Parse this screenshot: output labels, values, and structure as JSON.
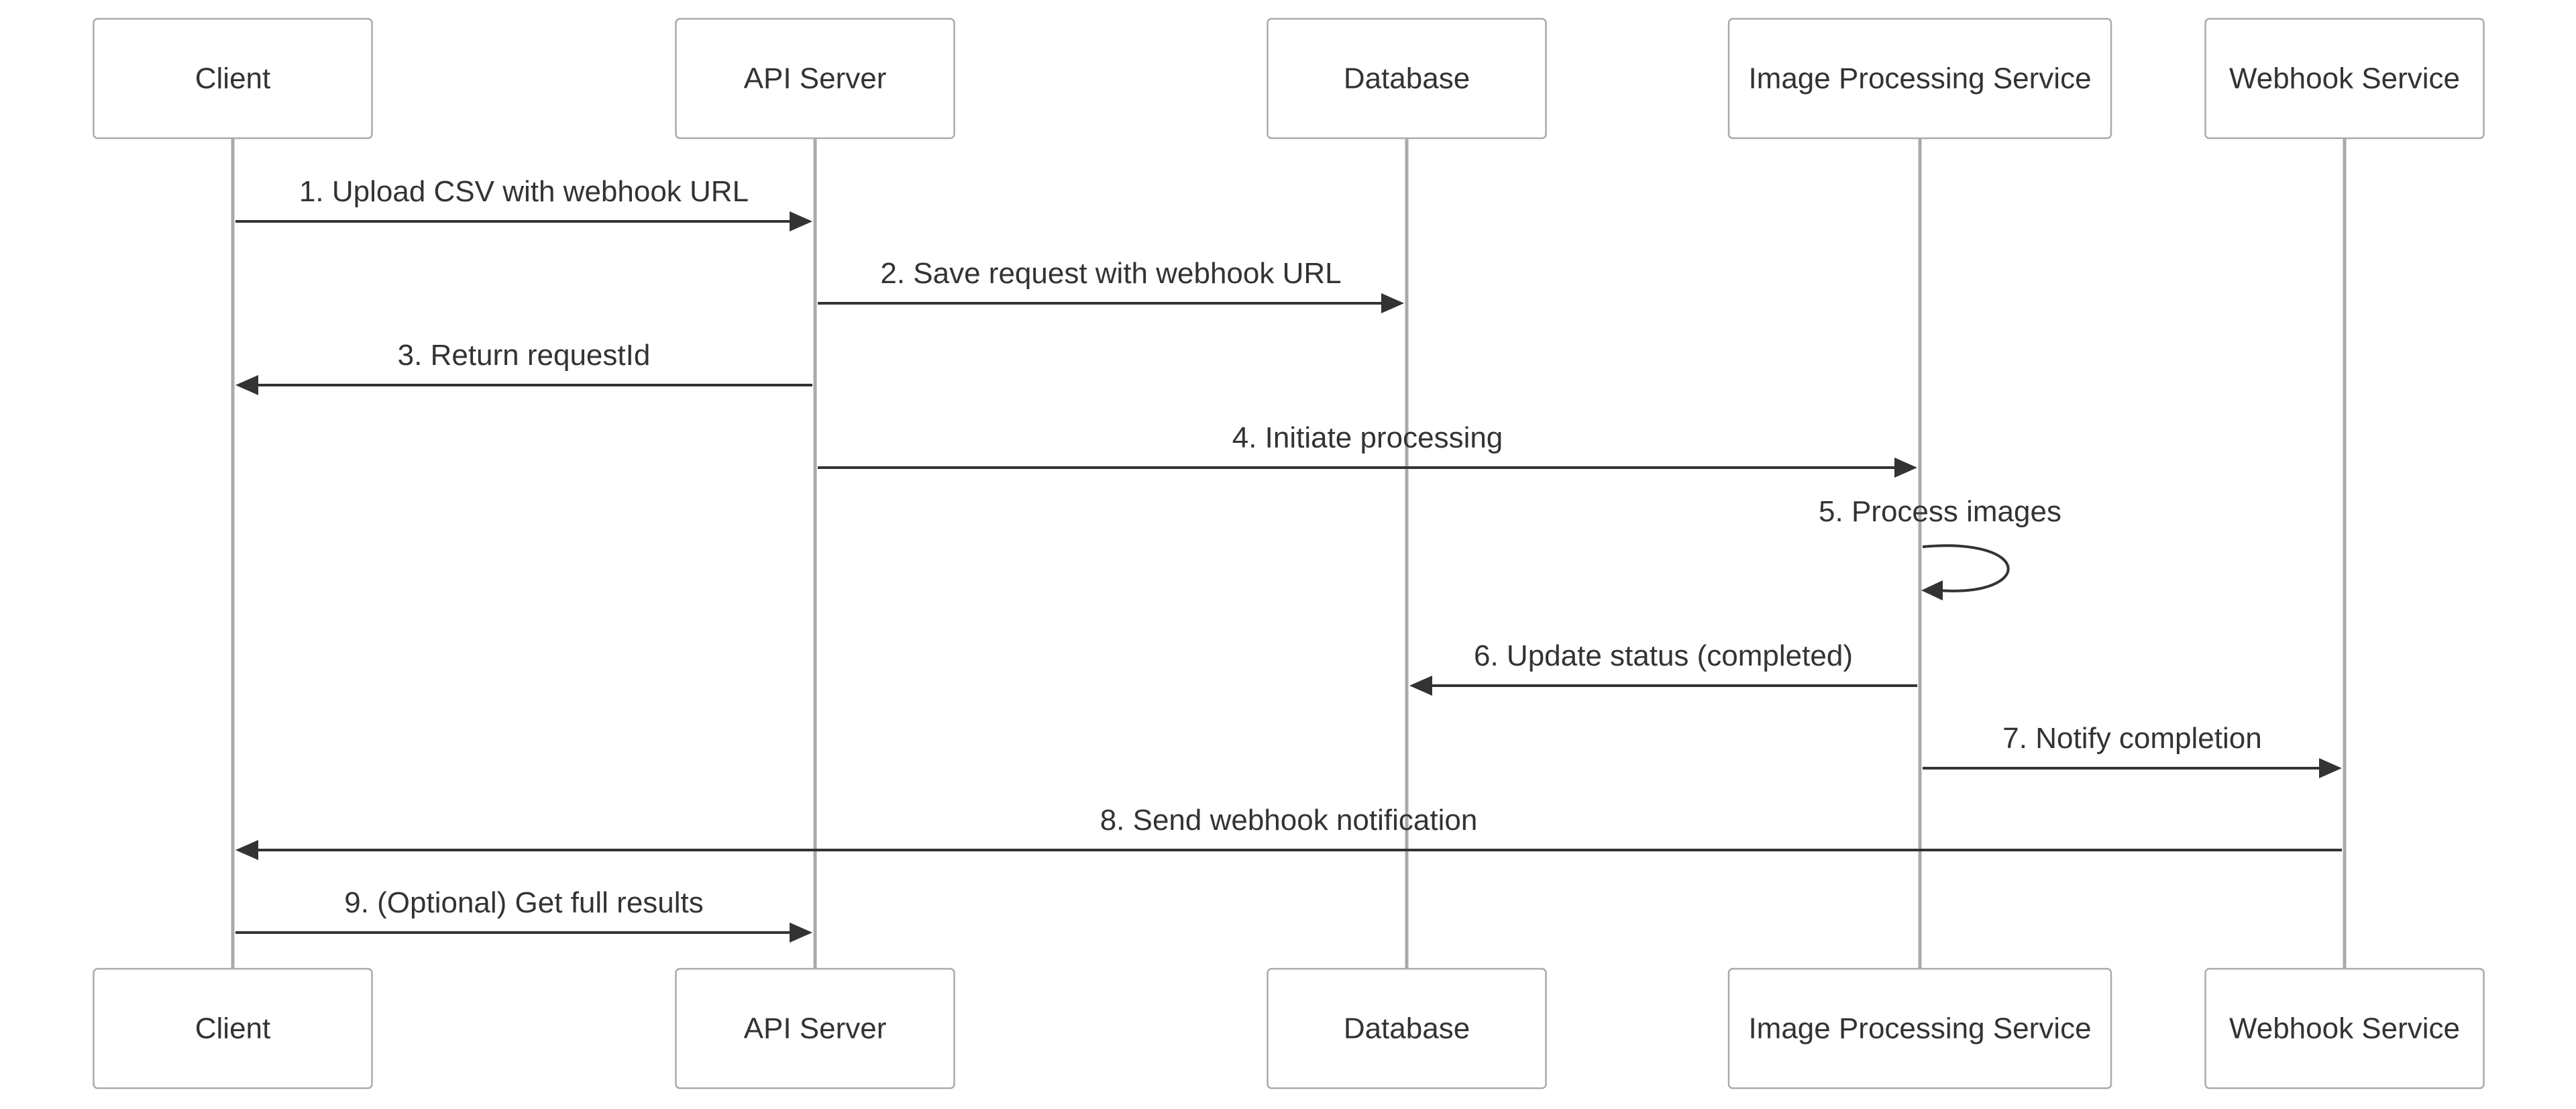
{
  "participants": [
    {
      "id": "client",
      "label": "Client"
    },
    {
      "id": "api",
      "label": "API Server"
    },
    {
      "id": "db",
      "label": "Database"
    },
    {
      "id": "ips",
      "label": "Image Processing Service"
    },
    {
      "id": "webhook",
      "label": "Webhook Service"
    }
  ],
  "messages": [
    {
      "from": "client",
      "to": "api",
      "label": "1. Upload CSV with webhook URL"
    },
    {
      "from": "api",
      "to": "db",
      "label": "2. Save request with webhook URL"
    },
    {
      "from": "api",
      "to": "client",
      "label": "3. Return requestId"
    },
    {
      "from": "api",
      "to": "ips",
      "label": "4. Initiate processing"
    },
    {
      "from": "ips",
      "to": "ips",
      "label": "5. Process images"
    },
    {
      "from": "ips",
      "to": "db",
      "label": "6. Update status (completed)"
    },
    {
      "from": "ips",
      "to": "webhook",
      "label": "7. Notify completion"
    },
    {
      "from": "webhook",
      "to": "client",
      "label": "8. Send webhook notification"
    },
    {
      "from": "client",
      "to": "api",
      "label": "9. (Optional) Get full results"
    }
  ],
  "colors": {
    "line": "#333333",
    "lifeline": "#aaaaaa",
    "box_border": "#aaaaaa",
    "text": "#333333",
    "background": "#ffffff"
  }
}
